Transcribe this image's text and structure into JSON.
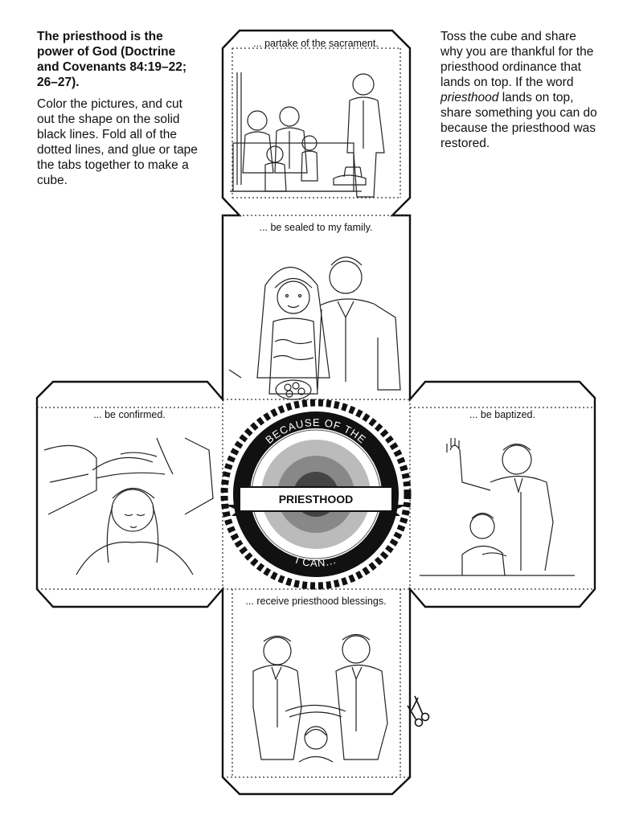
{
  "intro": {
    "heading": "The priesthood is the power of God (Doctrine and Covenants 84:19–22; 26–27).",
    "body": "Color the pictures, and cut out the shape on the solid black lines. Fold all of the dotted lines, and glue or tape the tabs together to make a cube."
  },
  "instructions": {
    "part1": "Toss the cube and share why you are thankful for the priesthood ordinance that lands on top. If the word ",
    "emphasis": "priesthood",
    "part2": " lands on top, share something you can do because the priesthood was restored."
  },
  "panels": {
    "top": "... partake of the sacrament.",
    "upper_middle": "... be sealed to my family.",
    "left": "... be confirmed.",
    "right": "... be baptized.",
    "bottom": "... receive priesthood blessings."
  },
  "seal": {
    "top_arc": "BECAUSE OF THE",
    "banner": "PRIESTHOOD",
    "bottom_arc": "I CAN..."
  },
  "colors": {
    "ink": "#111111",
    "paper": "#ffffff"
  },
  "icons": [
    "scissors-icon"
  ]
}
